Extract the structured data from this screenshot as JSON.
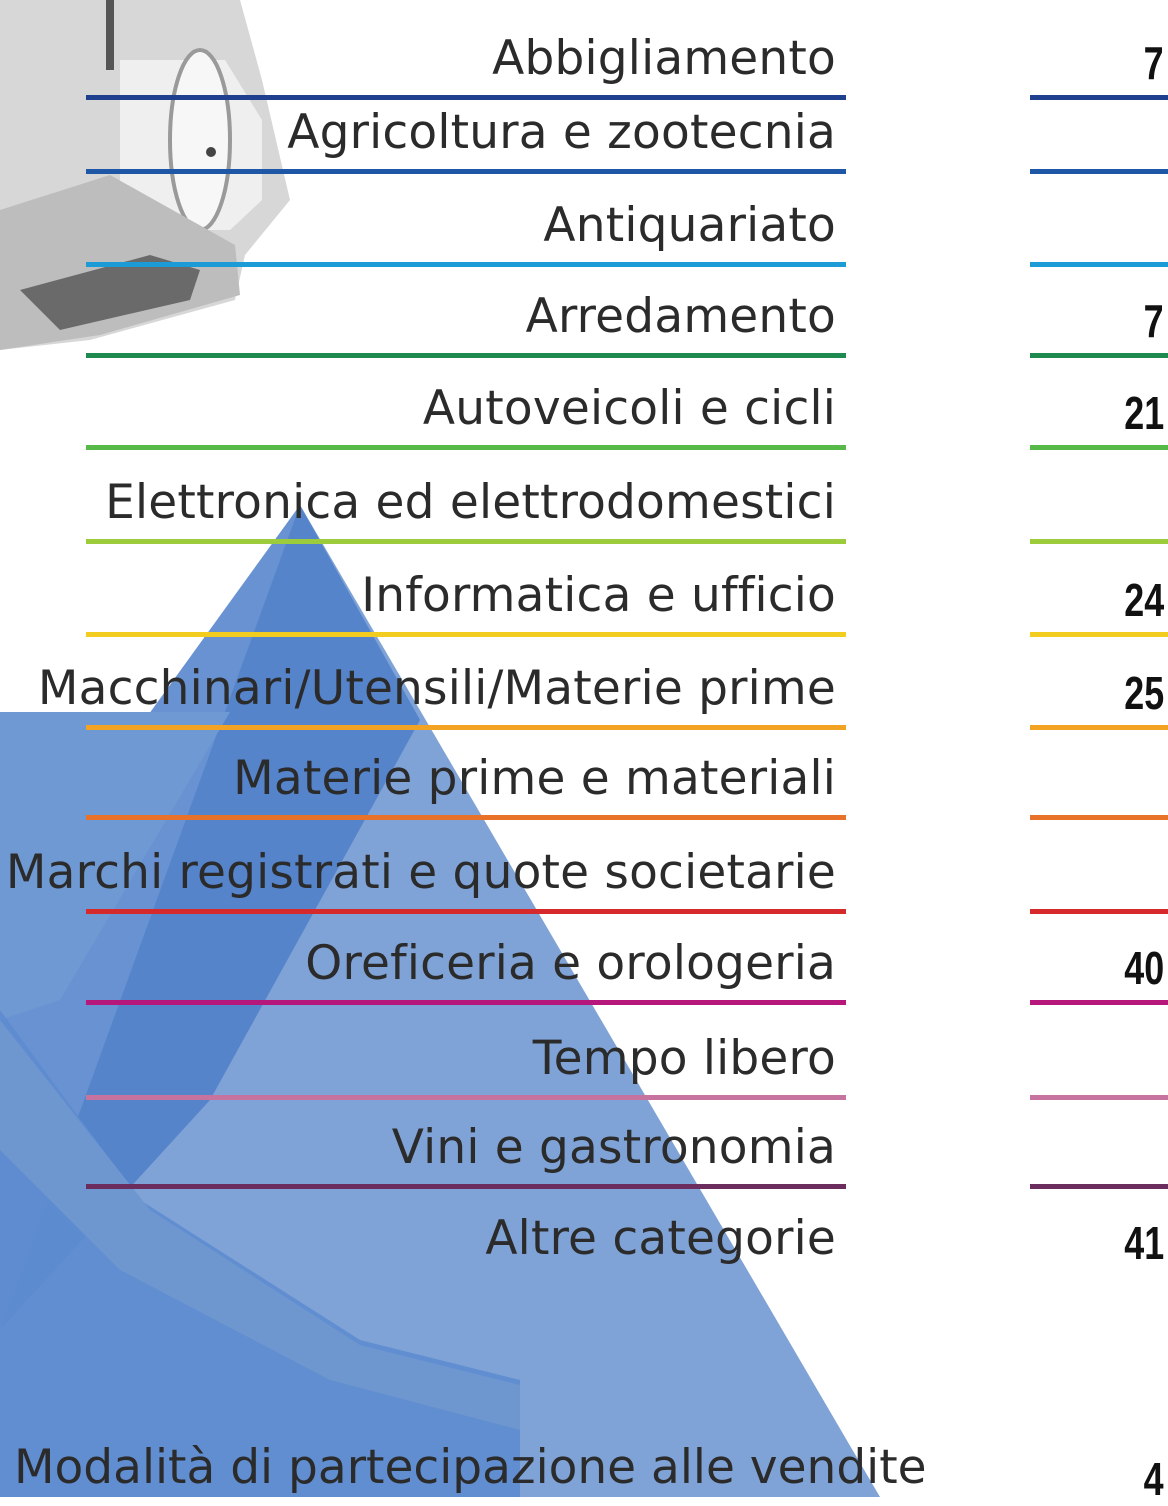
{
  "background": {
    "pyramid_color": "#7fa3d6",
    "pyramid_dark": "#4a7cc7",
    "device_color": "#d9d9d9"
  },
  "index": {
    "rows": [
      {
        "label": "Abbigliamento",
        "page": "7",
        "color": "#1f3f8f"
      },
      {
        "label": "Agricoltura e zootecnia",
        "page": "",
        "color": "#1d57a6"
      },
      {
        "label": "Antiquariato",
        "page": "",
        "color": "#1d9bd7"
      },
      {
        "label": "Arredamento",
        "page": "7",
        "color": "#1f8a4f"
      },
      {
        "label": "Autoveicoli e cicli",
        "page": "21",
        "color": "#57b947"
      },
      {
        "label": "Elettronica ed elettrodomestici",
        "page": "",
        "color": "#9ccb3b"
      },
      {
        "label": "Informatica e ufficio",
        "page": "24",
        "color": "#f2cd1f"
      },
      {
        "label": "Macchinari/Utensili/Materie prime",
        "page": "25",
        "color": "#f2a324"
      },
      {
        "label": "Materie prime e materiali",
        "page": "",
        "color": "#e9722a"
      },
      {
        "label": "Marchi registrati e quote societarie",
        "page": "",
        "color": "#d6292c"
      },
      {
        "label": "Oreficeria e orologeria",
        "page": "40",
        "color": "#b5177a"
      },
      {
        "label": "Tempo libero",
        "page": "",
        "color": "#c6739f"
      },
      {
        "label": "Vini e gastronomia",
        "page": "",
        "color": "#6b2c5e"
      },
      {
        "label": "Altre categorie",
        "page": "41",
        "color": ""
      }
    ]
  },
  "footer": {
    "label": "Modalità di partecipazione alle vendite",
    "page": "4"
  }
}
